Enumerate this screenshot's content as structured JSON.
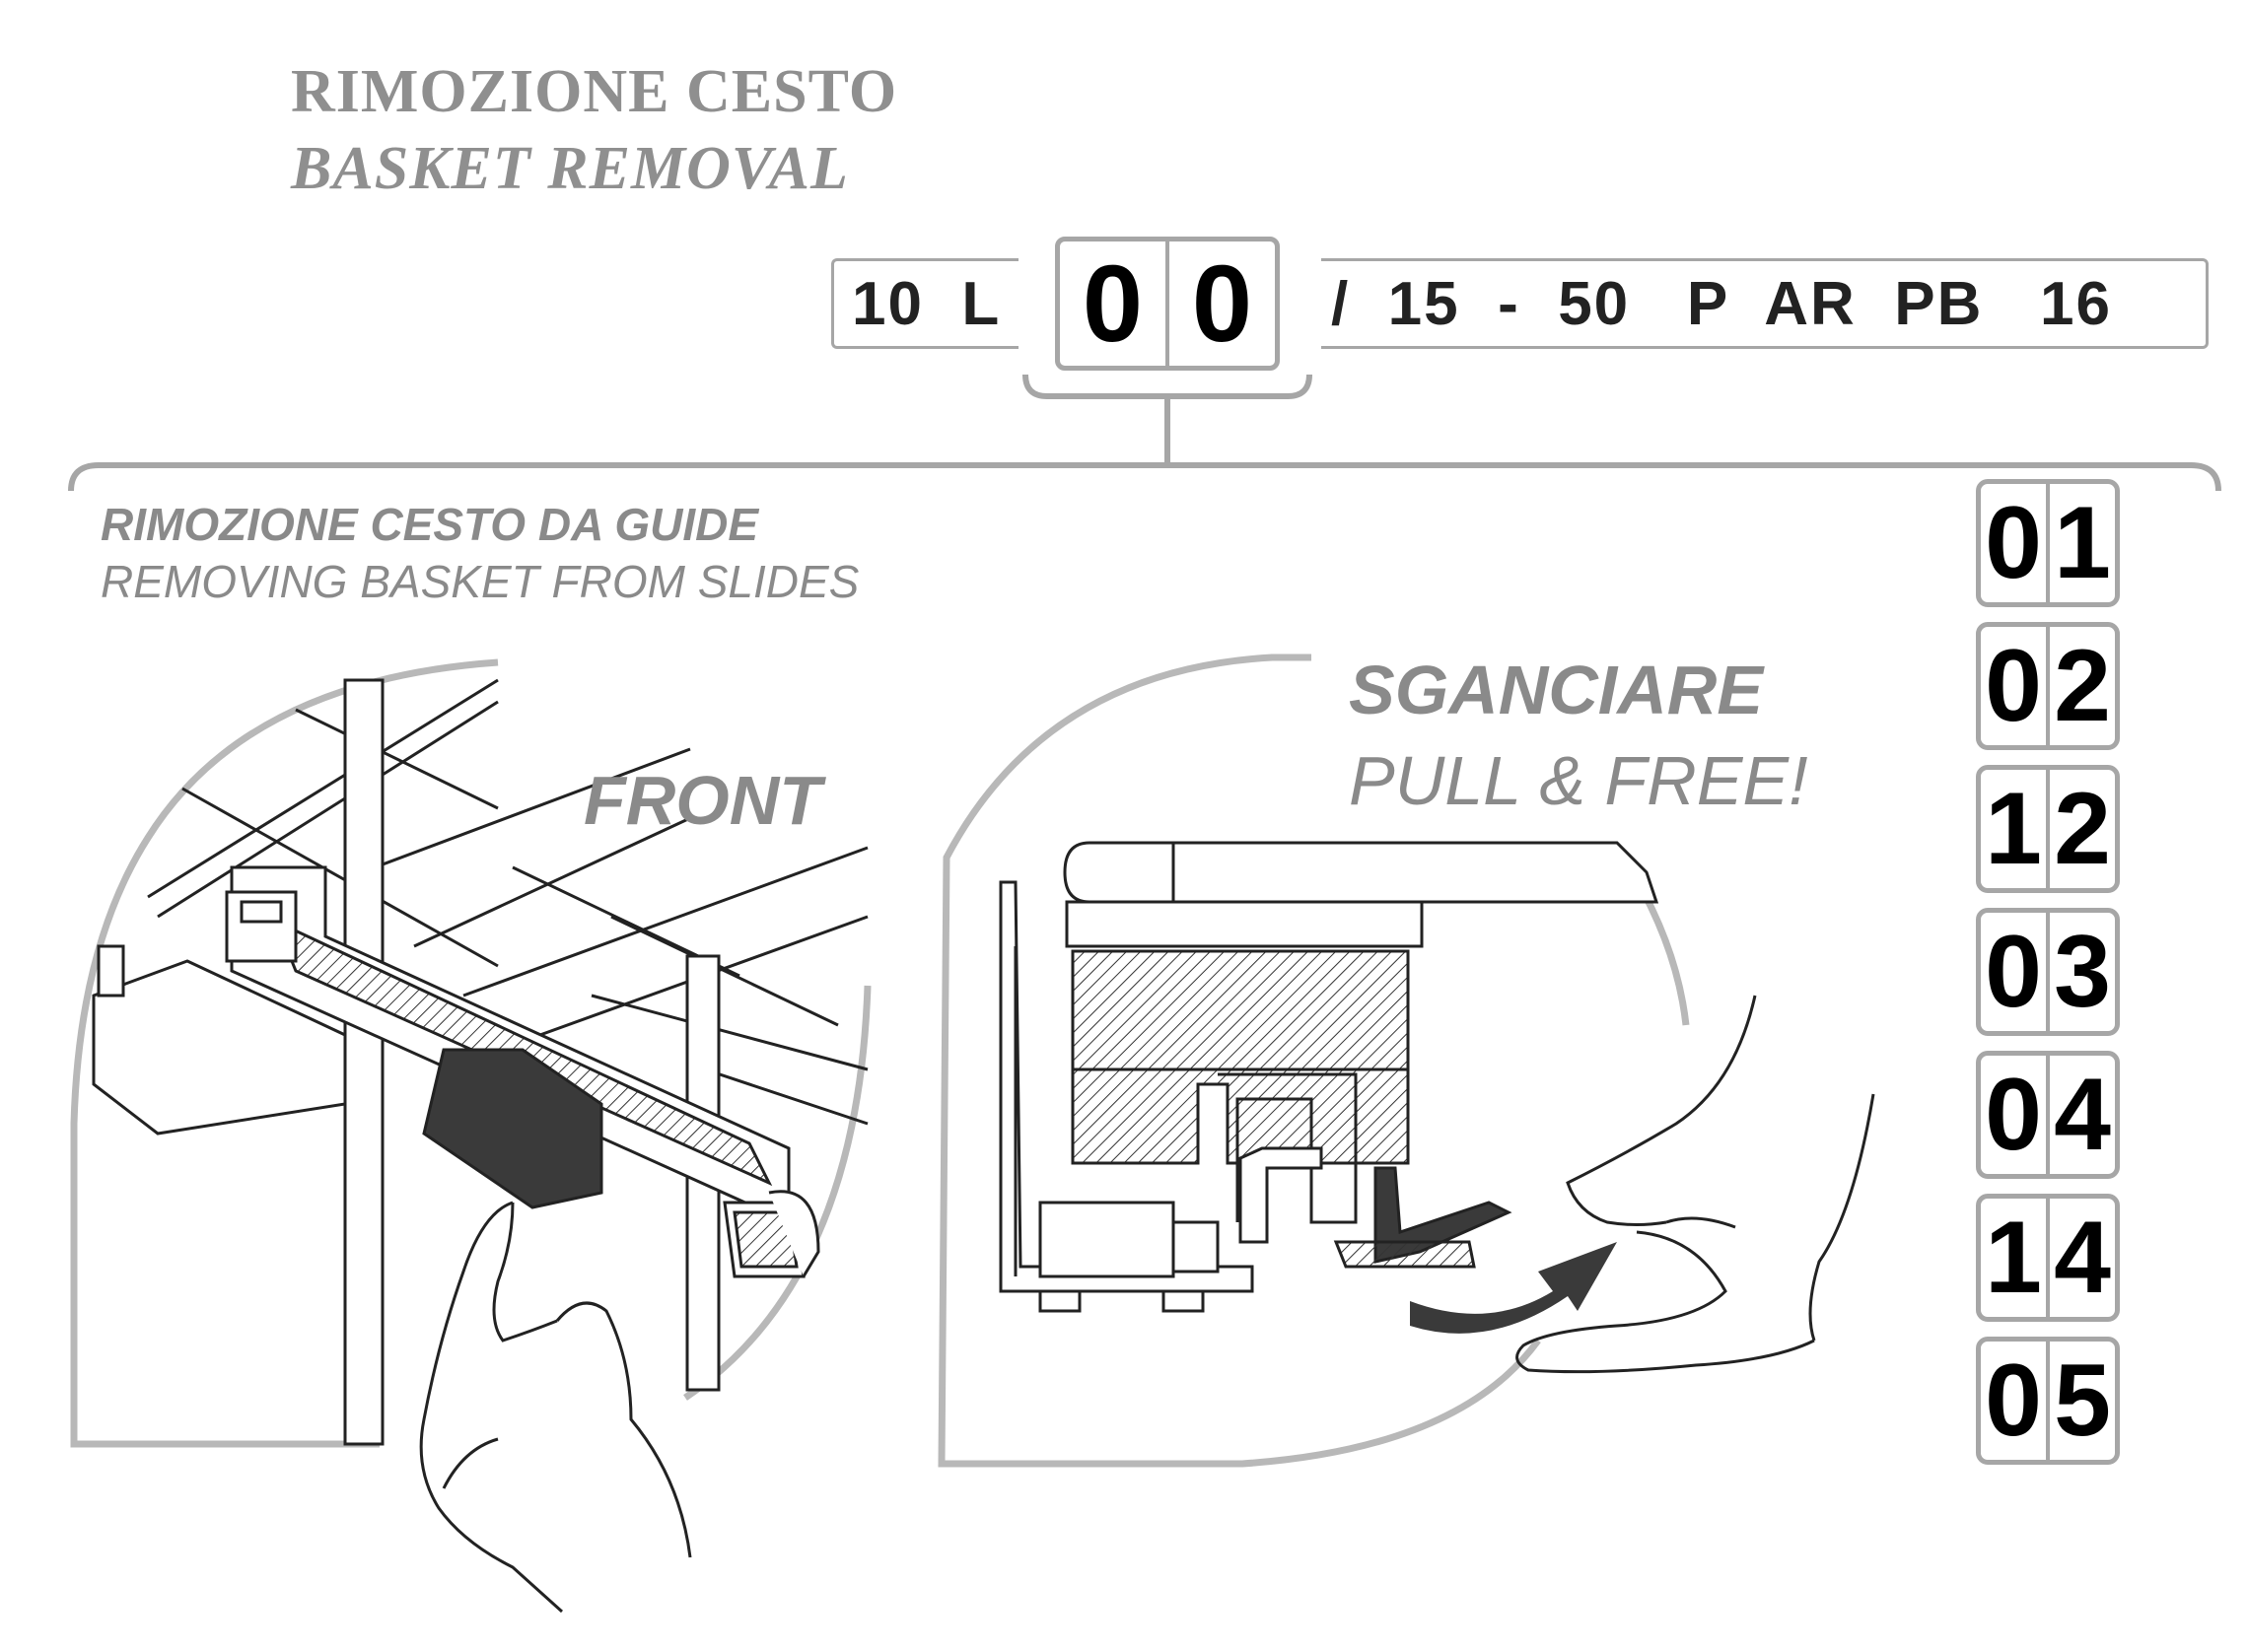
{
  "header": {
    "title_it": "RIMOZIONE CESTO",
    "title_en": "BASKET REMOVAL"
  },
  "product_code": {
    "prefix": "10  L",
    "highlight": [
      "0",
      "0"
    ],
    "suffix": "/  15  -  50   P  AR  PB   16"
  },
  "section": {
    "title_it": "RIMOZIONE CESTO DA GUIDE",
    "title_en": "REMOVING BASKET FROM SLIDES"
  },
  "left_panel": {
    "label": "FRONT"
  },
  "right_panel": {
    "label_it": "SGANCIARE",
    "label_en": "PULL & FREE!"
  },
  "variant_codes": [
    [
      "0",
      "1"
    ],
    [
      "0",
      "2"
    ],
    [
      "1",
      "2"
    ],
    [
      "0",
      "3"
    ],
    [
      "0",
      "4"
    ],
    [
      "1",
      "4"
    ],
    [
      "0",
      "5"
    ]
  ],
  "colors": {
    "frame_gray": "#a6a6a6",
    "label_gray": "#8a8a8a",
    "title_gray": "#8f8f8f"
  }
}
